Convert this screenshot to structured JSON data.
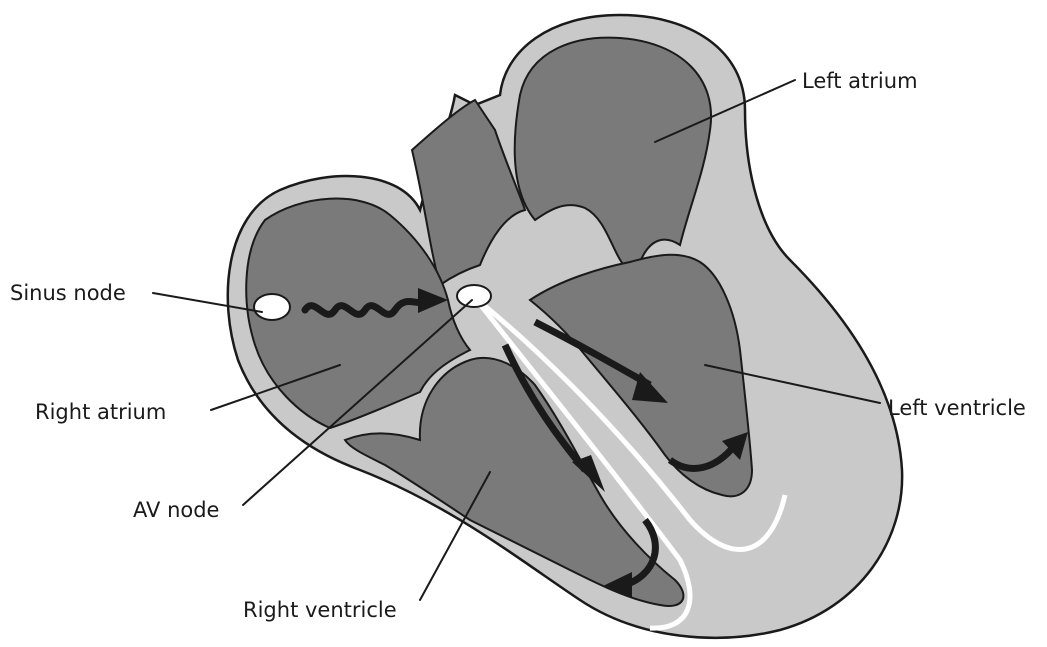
{
  "labels": {
    "sinus_node": "Sinus node",
    "right_atrium": "Right atrium",
    "av_node": "AV node",
    "right_ventricle": "Right ventricle",
    "left_atrium": "Left atrium",
    "left_ventricle": "Left ventricle"
  },
  "colors": {
    "outline": "#1a1a1a",
    "heart_wall": "#c9c9c9",
    "chamber": "#7a7a7a",
    "conduction": "#ffffff",
    "impulse": "#1a1a1a"
  }
}
